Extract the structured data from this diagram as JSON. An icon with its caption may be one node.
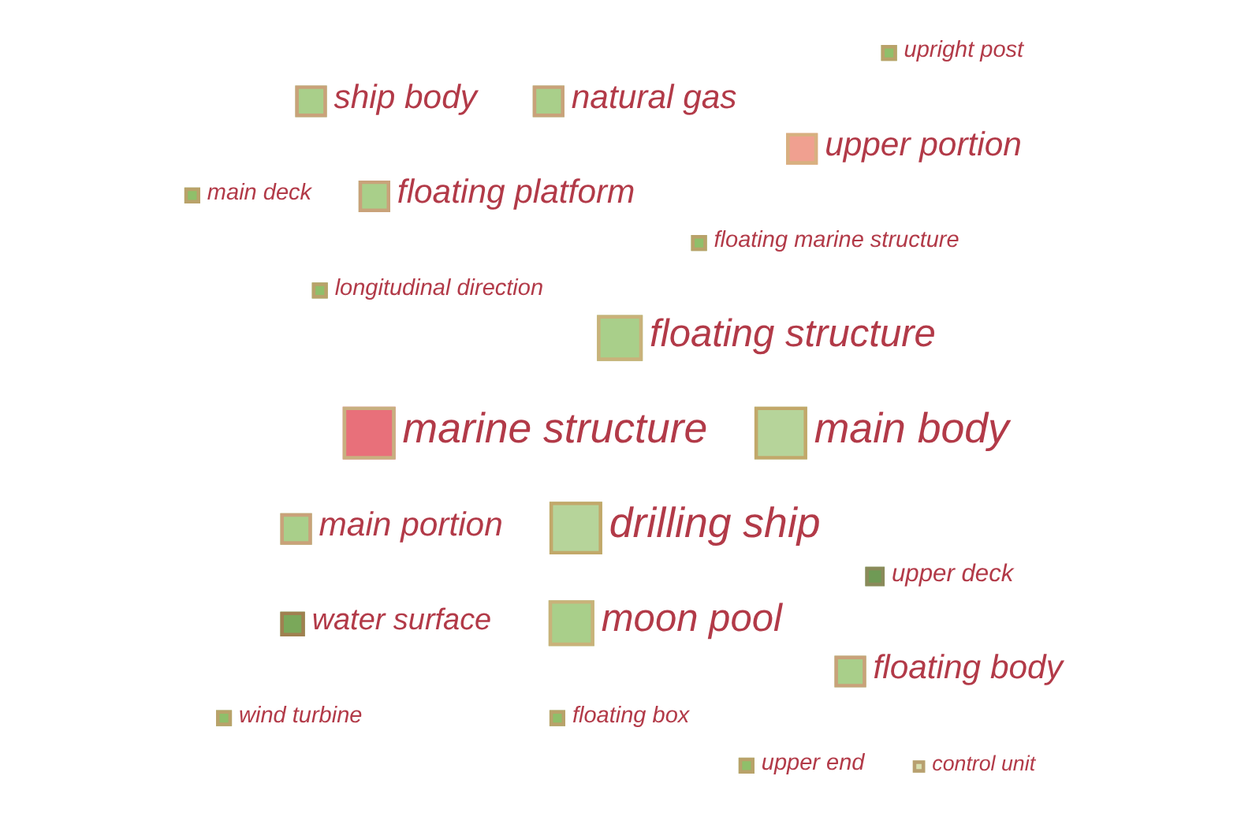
{
  "diagram": {
    "nodes": [
      {
        "text": [
          "drilling ship"
        ]
      },
      {
        "text": [
          "floating body"
        ]
      },
      {
        "text": [
          "water surface"
        ]
      },
      {
        "text": [
          "natural gas"
        ]
      },
      {
        "text": [
          "main deck"
        ]
      },
      {
        "text": [
          "upper deck"
        ]
      },
      {
        "text": [
          "floating box"
        ]
      },
      {
        "text": [
          "ship body"
        ]
      },
      {
        "text": [
          "upright post"
        ]
      },
      {
        "text": [
          "upper end"
        ]
      },
      {
        "text": [
          "moon pool"
        ]
      },
      {
        "text": [
          "main portion"
        ]
      },
      {
        "text": [
          "wind turbine"
        ]
      },
      {
        "text": [
          "floating marine structure"
        ]
      },
      {
        "text": [
          "main body"
        ]
      },
      {
        "text": [
          "upper portion"
        ]
      },
      {
        "text": [
          "marine structure"
        ]
      },
      {
        "text": [
          "longitudinal direction"
        ]
      },
      {
        "text": [
          "control unit"
        ]
      },
      {
        "text": [
          "floating platform"
        ]
      },
      {
        "text": [
          "floating structure"
        ]
      }
    ]
  }
}
